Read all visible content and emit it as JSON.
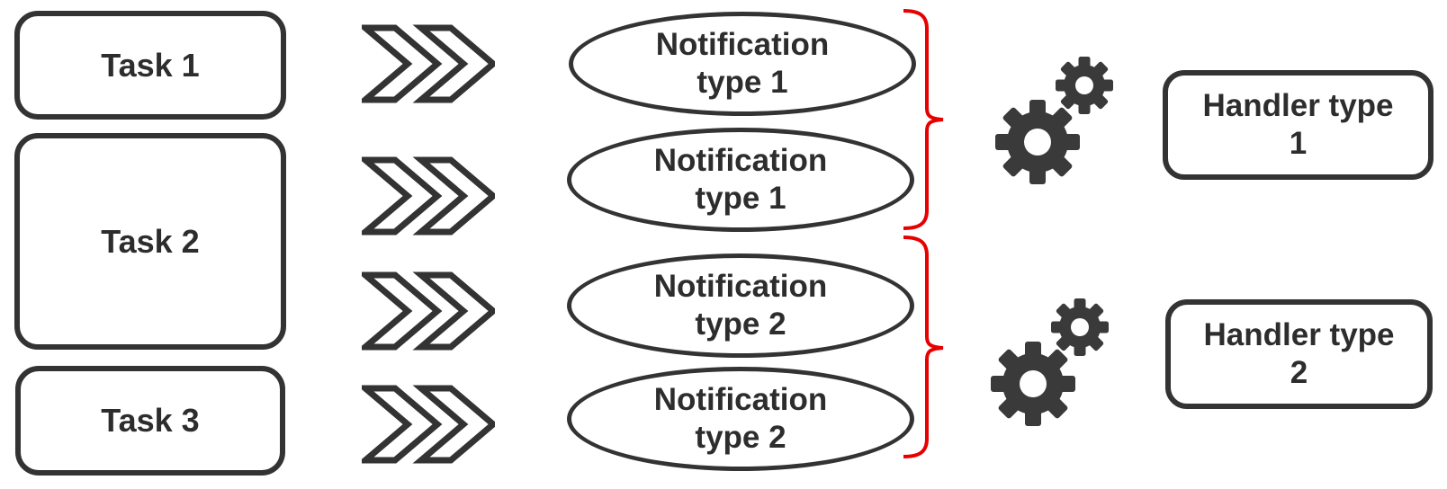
{
  "diagram": {
    "tasks": [
      "Task 1",
      "Task 2",
      "Task 3"
    ],
    "notifications": [
      {
        "line1": "Notification",
        "line2": "type 1"
      },
      {
        "line1": "Notification",
        "line2": "type 1"
      },
      {
        "line1": "Notification",
        "line2": "type 2"
      },
      {
        "line1": "Notification",
        "line2": "type 2"
      }
    ],
    "handlers": [
      {
        "line1": "Handler type",
        "line2": "1"
      },
      {
        "line1": "Handler type",
        "line2": "2"
      }
    ],
    "icons": {
      "arrow": "double-chevron-right-icon",
      "processor": "gears-icon",
      "grouping": "red-right-brace"
    },
    "colors": {
      "shape_stroke": "#333333",
      "text": "#2d2d2d",
      "brace": "#e60000",
      "gear_fill": "#3a3a3a",
      "background": "#ffffff"
    }
  }
}
